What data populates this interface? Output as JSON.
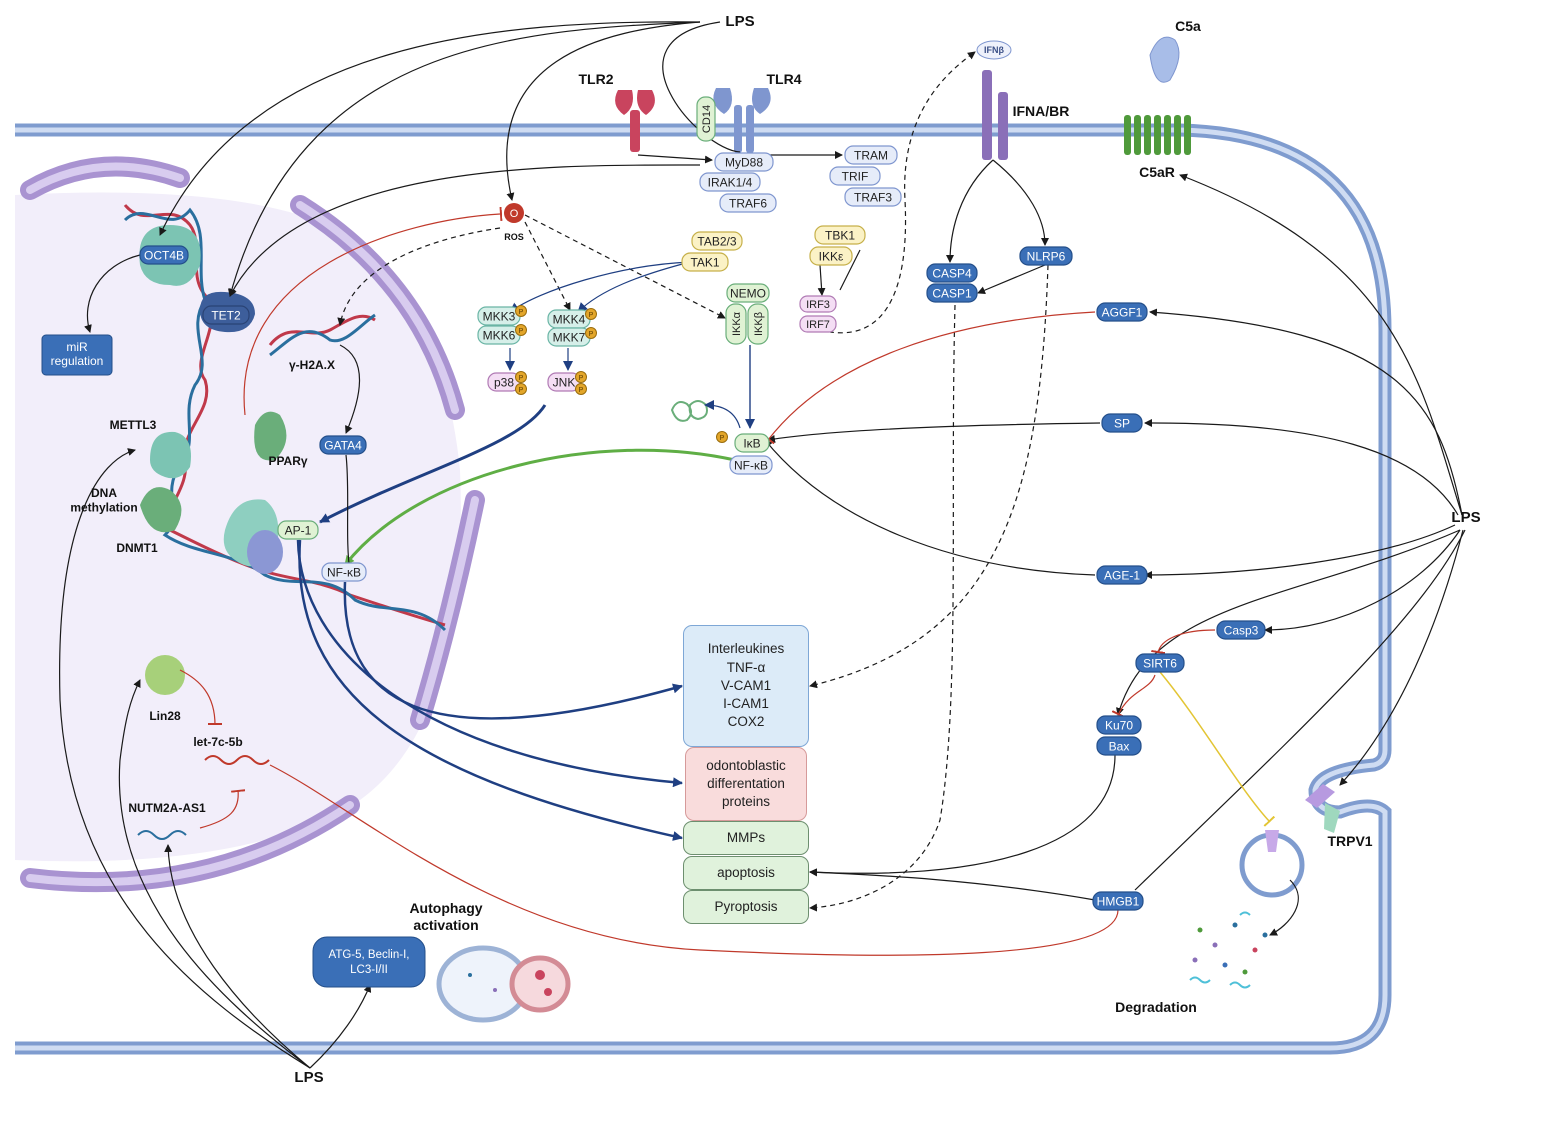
{
  "colors": {
    "membrane": "#7f9ccf",
    "nucleus_fill": "#f2eefa",
    "er": "#a993d1",
    "blue_node": "#3a6fb7",
    "arrow_blue": "#1f3f82",
    "inhibit_red": "#c0392b",
    "green_arrow": "#5fae45",
    "yellow_arrow": "#e3c534"
  },
  "labels": {
    "lps_top": "LPS",
    "lps_right": "LPS",
    "lps_bottom": "LPS",
    "tlr2": "TLR2",
    "tlr4": "TLR4",
    "cd14": "CD14",
    "ifnb": "IFNβ",
    "ifnabr": "IFNA/BR",
    "c5a": "C5a",
    "c5ar": "C5aR",
    "myd88": "MyD88",
    "irak": "IRAK1/4",
    "traf6": "TRAF6",
    "tram": "TRAM",
    "trif": "TRIF",
    "traf3": "TRAF3",
    "tbk1": "TBK1",
    "ikke": "IKKε",
    "irf3": "IRF3",
    "irf7": "IRF7",
    "tab23": "TAB2/3",
    "tak1": "TAK1",
    "ros": "ROS",
    "ros_glyph": "O",
    "mkk3": "MKK3",
    "mkk6": "MKK6",
    "mkk4": "MKK4",
    "mkk7": "MKK7",
    "p38": "p38",
    "jnk": "JNK",
    "phos": "P",
    "nemo": "NEMO",
    "ikka": "IKKα",
    "ikkb": "IKKβ",
    "ikb": "IκB",
    "nfkb_cyto": "NF-κB",
    "casp4": "CASP4",
    "casp1": "CASP1",
    "nlrp6": "NLRP6",
    "aggf1": "AGGF1",
    "sp": "SP",
    "age1": "AGE-1",
    "casp3": "Casp3",
    "sirt6": "SIRT6",
    "ku70": "Ku70",
    "bax": "Bax",
    "hmgb1": "HMGB1",
    "trpv1": "TRPV1",
    "degradation": "Degradation",
    "oct4b": "OCT4B",
    "tet2": "TET2",
    "mir_regulation": "miR\nregulation",
    "mettl3": "METTL3",
    "dna_methylation": "DNA\nmethylation",
    "dnmt1": "DNMT1",
    "h2ax": "γ-H2A.X",
    "ppary": "PPARγ",
    "gata4": "GATA4",
    "ap1": "AP-1",
    "nfkb_nuc": "NF-κB",
    "lin28": "Lin28",
    "let7": "let-7c-5b",
    "nutm2a": "NUTM2A-AS1",
    "autophagy_title": "Autophagy\nactivation",
    "atg": "ATG-5, Beclin-I,\nLC3-I/II"
  },
  "outputs": {
    "inflammation": "Interleukines\nTNF-α\nV-CAM1\nI-CAM1\nCOX2",
    "odonto": "odontoblastic\ndifferentation\nproteins",
    "mmps": "MMPs",
    "apoptosis": "apoptosis",
    "pyroptosis": "Pyroptosis"
  }
}
